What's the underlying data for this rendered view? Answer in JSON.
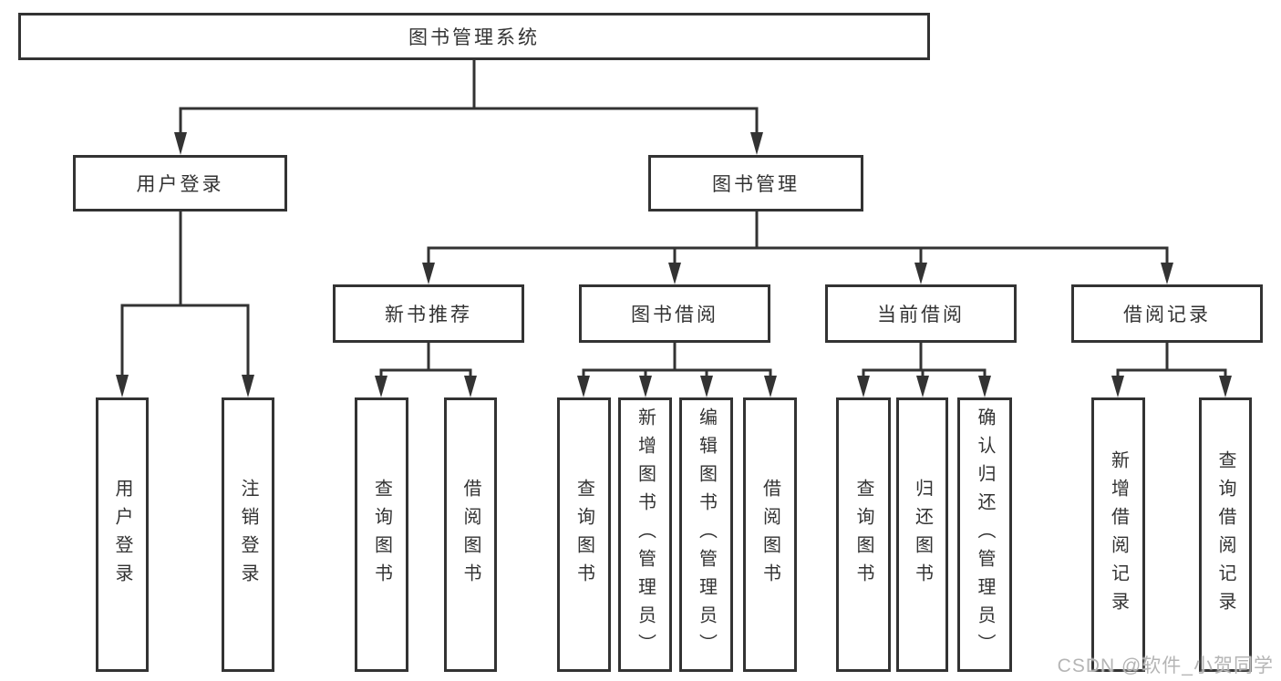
{
  "tree": {
    "root": {
      "label": "图书管理系统"
    },
    "branches": [
      {
        "label": "用户登录",
        "children": [
          {
            "label": "用户登录"
          },
          {
            "label": "注销登录"
          }
        ]
      },
      {
        "label": "图书管理",
        "groups": [
          {
            "label": "新书推荐",
            "children": [
              {
                "label": "查询图书"
              },
              {
                "label": "借阅图书"
              }
            ]
          },
          {
            "label": "图书借阅",
            "children": [
              {
                "label": "查询图书"
              },
              {
                "label": "新增图书（管理员）"
              },
              {
                "label": "编辑图书（管理员）"
              },
              {
                "label": "借阅图书"
              }
            ]
          },
          {
            "label": "当前借阅",
            "children": [
              {
                "label": "查询图书"
              },
              {
                "label": "归还图书"
              },
              {
                "label": "确认归还（管理员）"
              }
            ]
          },
          {
            "label": "借阅记录",
            "children": [
              {
                "label": "新增借阅记录"
              },
              {
                "label": "查询借阅记录"
              }
            ]
          }
        ]
      }
    ]
  },
  "watermark": {
    "text": "CSDN @软件_小贺同学"
  },
  "colors": {
    "line": "#333333",
    "text": "#333333",
    "background": "#ffffff",
    "watermark": "#b5b5b5"
  }
}
